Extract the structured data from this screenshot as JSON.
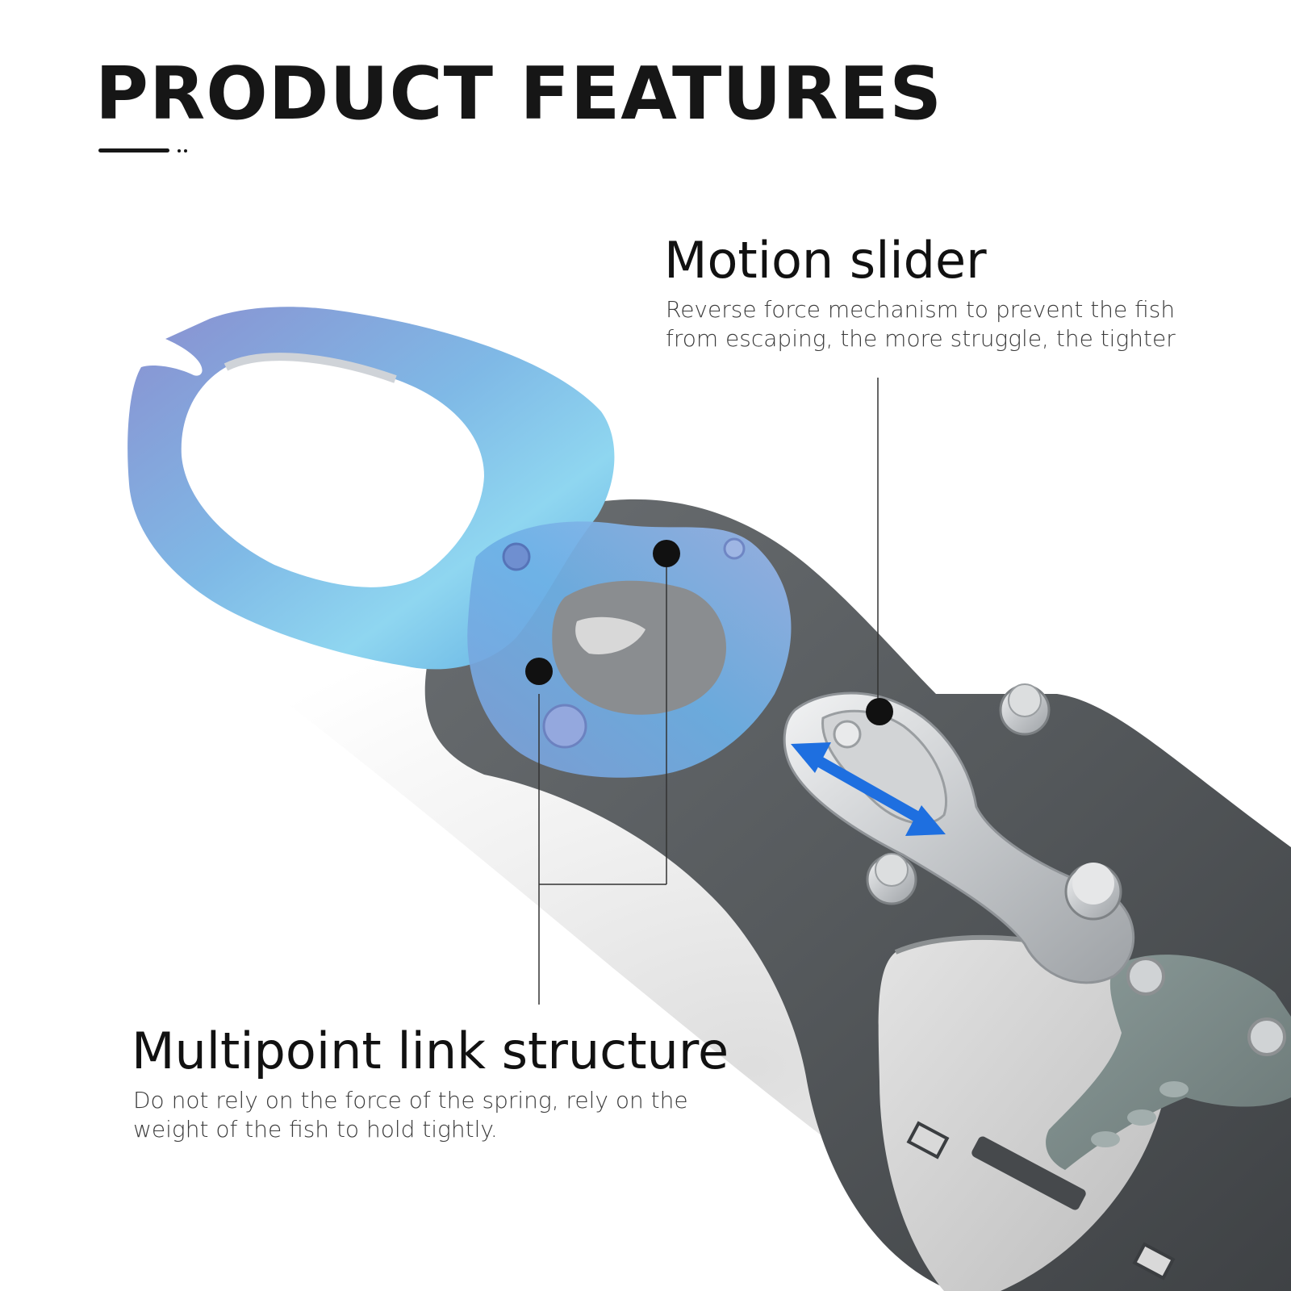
{
  "header": {
    "title": "PRODUCT FEATURES"
  },
  "features": [
    {
      "title": "Motion slider",
      "description_lines": [
        "Reverse force mechanism to prevent the fish",
        "from escaping, the more struggle, the tighter"
      ]
    },
    {
      "title": "Multipoint link structure",
      "description_lines": [
        "Do not rely on the force of the spring, rely on the",
        "weight of the fish to hold tightly."
      ]
    }
  ],
  "colors": {
    "title_text": "#161616",
    "accent_blue": "#5aa9e0",
    "jaw_blue": "#7fb9e6",
    "jaw_purple": "#8f90cc",
    "body_gray": "#5c6063",
    "steel": "#c9cccf",
    "arrow_blue": "#1e6fe0",
    "callout_dot": "#111111"
  },
  "icons": {
    "motion_arrow": "double-arrow-icon",
    "callout_marker": "dot-marker-icon"
  }
}
